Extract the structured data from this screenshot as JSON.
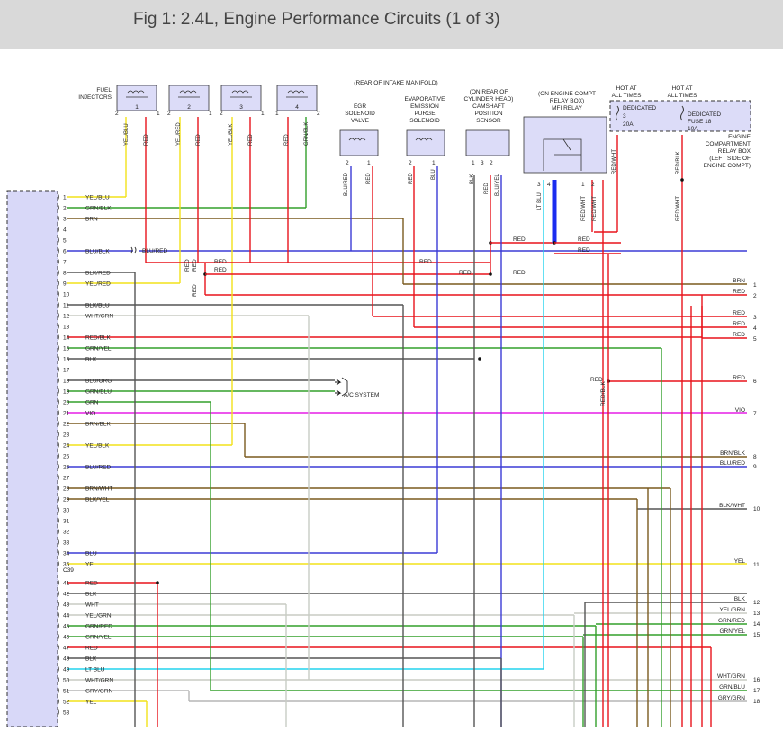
{
  "header": {
    "title": "Fig 1: 2.4L, Engine Performance Circuits (1 of 3)"
  },
  "labels": {
    "fuel_injectors": [
      "FUEL",
      "INJECTORS"
    ],
    "rear_manifold": "(REAR OF INTAKE MANIFOLD)",
    "egr": [
      "EGR",
      "SOLENOID",
      "VALVE"
    ],
    "evap": [
      "EVAPORATIVE",
      "EMISSION",
      "PURGE",
      "SOLENOID"
    ],
    "cam": [
      "(ON REAR OF",
      "CYLINDER HEAD)",
      "CAMSHAFT",
      "POSITION",
      "SENSOR"
    ],
    "mfi": [
      "(ON ENGINE COMPT",
      "RELAY BOX)",
      "MFI RELAY"
    ],
    "hot1": [
      "HOT AT",
      "ALL TIMES"
    ],
    "hot2": [
      "HOT AT",
      "ALL TIMES"
    ],
    "fuse3": [
      "DEDICATED",
      "3",
      "20A"
    ],
    "fuse18": [
      "DEDICATED",
      "FUSE 18",
      "10A"
    ],
    "relay_box": [
      "ENGINE",
      "COMPARTMENT",
      "RELAY BOX",
      "(LEFT SIDE OF",
      "ENGINE COMPT)"
    ],
    "ac_system": "A/C SYSTEM",
    "connector": "C39"
  },
  "injectors": [
    {
      "num": "1",
      "pins": [
        "2",
        "1"
      ],
      "wires": [
        "YEL/BLU",
        "RED"
      ]
    },
    {
      "num": "2",
      "pins": [
        "2",
        "1"
      ],
      "wires": [
        "YEL/RED",
        "RED"
      ]
    },
    {
      "num": "3",
      "pins": [
        "2",
        "1"
      ],
      "wires": [
        "YEL/BLK",
        "RED"
      ]
    },
    {
      "num": "4",
      "pins": [
        "1",
        "2"
      ],
      "wires": [
        "RED",
        "GRN/BLK"
      ]
    }
  ],
  "component_wires": {
    "egr": [
      "BLU/RED",
      "RED"
    ],
    "egr_pins": [
      "2",
      "1"
    ],
    "evap": [
      "RED",
      "BLU"
    ],
    "evap_pins": [
      "2",
      "1"
    ],
    "cam": [
      "BLK",
      "RED",
      "BLU/YEL"
    ],
    "cam_pins": [
      "1",
      "3",
      "2"
    ],
    "mfi_pins": [
      "3",
      "4",
      "1",
      "2"
    ],
    "mfi_wires": [
      "LT BLU",
      "RED/WHT",
      "RED/WHT"
    ],
    "hot_wires": [
      "RED/WHT",
      "RED/BLK",
      "RED/WHT"
    ]
  },
  "inline_labels": [
    "BLU/RED",
    "RED",
    "RED",
    "RED",
    "RED",
    "RED",
    "RED",
    "RED",
    "RED",
    "RED",
    "RED",
    "RED",
    "RED",
    "RED/BLK"
  ],
  "pcm_pins": [
    {
      "n": "1",
      "w": "YEL/BLU"
    },
    {
      "n": "2",
      "w": "GRN/BLK"
    },
    {
      "n": "3",
      "w": "BRN"
    },
    {
      "n": "4",
      "w": ""
    },
    {
      "n": "5",
      "w": ""
    },
    {
      "n": "6",
      "w": "BLU/BLK"
    },
    {
      "n": "7",
      "w": ""
    },
    {
      "n": "8",
      "w": "BLK/RED"
    },
    {
      "n": "9",
      "w": "YEL/RED"
    },
    {
      "n": "10",
      "w": ""
    },
    {
      "n": "11",
      "w": "BLK/BLU"
    },
    {
      "n": "12",
      "w": "WHT/GRN"
    },
    {
      "n": "13",
      "w": ""
    },
    {
      "n": "14",
      "w": "RED/BLK"
    },
    {
      "n": "15",
      "w": "GRN/YEL"
    },
    {
      "n": "16",
      "w": "BLK"
    },
    {
      "n": "17",
      "w": ""
    },
    {
      "n": "18",
      "w": "BLU/ORG"
    },
    {
      "n": "19",
      "w": "GRN/BLU"
    },
    {
      "n": "20",
      "w": "GRN"
    },
    {
      "n": "21",
      "w": "VIO"
    },
    {
      "n": "22",
      "w": "BRN/BLK"
    },
    {
      "n": "23",
      "w": ""
    },
    {
      "n": "24",
      "w": "YEL/BLK"
    },
    {
      "n": "25",
      "w": ""
    },
    {
      "n": "26",
      "w": "BLU/RED"
    },
    {
      "n": "27",
      "w": ""
    },
    {
      "n": "28",
      "w": "BRN/WHT"
    },
    {
      "n": "29",
      "w": "BLK/YEL"
    },
    {
      "n": "30",
      "w": ""
    },
    {
      "n": "31",
      "w": ""
    },
    {
      "n": "32",
      "w": ""
    },
    {
      "n": "33",
      "w": ""
    },
    {
      "n": "34",
      "w": "BLU"
    },
    {
      "n": "35",
      "w": "YEL"
    },
    {
      "n": "41",
      "w": "RED"
    },
    {
      "n": "42",
      "w": "BLK"
    },
    {
      "n": "43",
      "w": "WHT"
    },
    {
      "n": "44",
      "w": "YEL/GRN"
    },
    {
      "n": "45",
      "w": "GRN/RED"
    },
    {
      "n": "46",
      "w": "GRN/YEL"
    },
    {
      "n": "47",
      "w": "RED"
    },
    {
      "n": "48",
      "w": "BLK"
    },
    {
      "n": "49",
      "w": "LT BLU"
    },
    {
      "n": "50",
      "w": "WHT/GRN"
    },
    {
      "n": "51",
      "w": "GRY/GRN"
    },
    {
      "n": "52",
      "w": "YEL"
    },
    {
      "n": "53",
      "w": ""
    }
  ],
  "right_outputs": [
    {
      "w": "BRN",
      "n": "1"
    },
    {
      "w": "RED",
      "n": "2"
    },
    {
      "w": "RED",
      "n": "3"
    },
    {
      "w": "RED",
      "n": "4"
    },
    {
      "w": "RED",
      "n": "5"
    },
    {
      "w": "RED",
      "n": "6"
    },
    {
      "w": "VIO",
      "n": "7"
    },
    {
      "w": "BRN/BLK",
      "n": "8"
    },
    {
      "w": "BLU/RED",
      "n": "9"
    },
    {
      "w": "BLK/WHT",
      "n": "10"
    },
    {
      "w": "YEL",
      "n": "11"
    },
    {
      "w": "BLK",
      "n": "12"
    },
    {
      "w": "YEL/GRN",
      "n": "13"
    },
    {
      "w": "GRN/RED",
      "n": "14"
    },
    {
      "w": "GRN/YEL",
      "n": "15"
    },
    {
      "w": "WHT/GRN",
      "n": "16"
    },
    {
      "w": "GRN/BLU",
      "n": "17"
    },
    {
      "w": "GRY/GRN",
      "n": "18"
    }
  ],
  "colors": {
    "red": "#e8141c",
    "brn": "#7a5a1e",
    "grn": "#33a02c",
    "blu": "#3b3bd6",
    "yel": "#f2e21a",
    "vio": "#e61ee6",
    "ltblu": "#22d3ee",
    "blk": "#555555",
    "wht": "#c8ccc4",
    "gry": "#b5b5b5",
    "pcm_fill": "#d8d8f8",
    "comp_fill": "#dcdcf8"
  }
}
